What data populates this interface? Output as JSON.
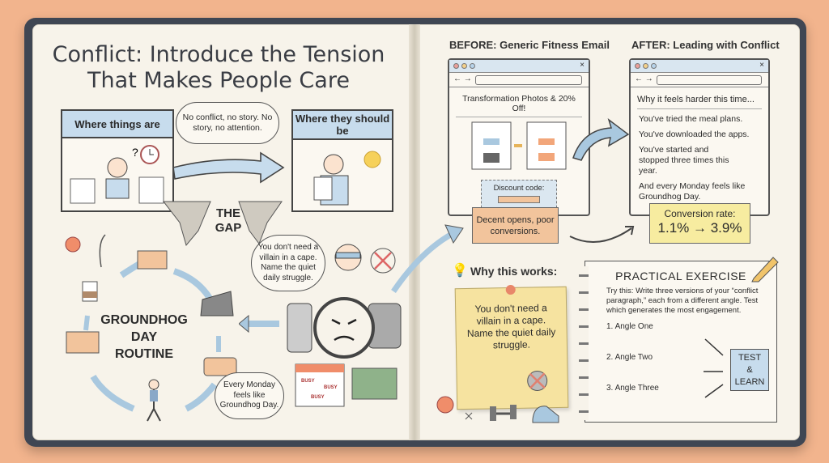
{
  "left_page": {
    "title_line1": "Conflict: Introduce the Tension",
    "title_line2": "That Makes People Care",
    "current_box": "Where things are",
    "desired_box": "Where they should be",
    "thought_bubble": "No conflict, no story. No story, no attention.",
    "gap_label_1": "THE",
    "gap_label_2": "GAP",
    "routine_label": [
      "GROUNDHOG",
      "DAY",
      "ROUTINE"
    ],
    "villain_bubble": "You don't need a villain in a cape. Name the quiet daily struggle.",
    "monday_bubble": "Every Monday feels like Groundhog Day.",
    "calendar_tags": [
      "BUSY",
      "BUSY",
      "BUSY"
    ]
  },
  "right_page": {
    "before": {
      "heading": "BEFORE: Generic Fitness Email",
      "subject": "Transformation Photos & 20% Off!",
      "discount_label": "Discount code:",
      "result": "Decent opens, poor conversions."
    },
    "after": {
      "heading": "AFTER: Leading with Conflict",
      "subject": "Why it feels harder this time...",
      "lines": [
        "You've tried the meal plans.",
        "You've downloaded the apps.",
        "You've started and stopped three times this year.",
        "And every Monday feels like Groundhog Day."
      ],
      "conversion_label": "Conversion rate:",
      "conversion_value": "1.1% → 3.9%"
    },
    "why": {
      "heading": "Why this works:",
      "note": "You don't need a villain in a cape. Name the quiet daily struggle."
    },
    "exercise": {
      "heading": "PRACTICAL EXERCISE",
      "body": "Try this: Write three versions of your “conflict paragraph,” each from a different angle. Test which generates the most engagement.",
      "angles": [
        "1. Angle One",
        "2. Angle Two",
        "3. Angle Three"
      ],
      "result_box": [
        "TEST",
        "&",
        "LEARN"
      ]
    }
  },
  "colors": {
    "background": "#f2b48d",
    "cover": "#3f4653",
    "page": "#f7f3ea",
    "accent_blue": "#c7dced",
    "sticky": "#f6e3a0",
    "orange_box": "#f2c49c",
    "yellow_box": "#f7eca0"
  }
}
